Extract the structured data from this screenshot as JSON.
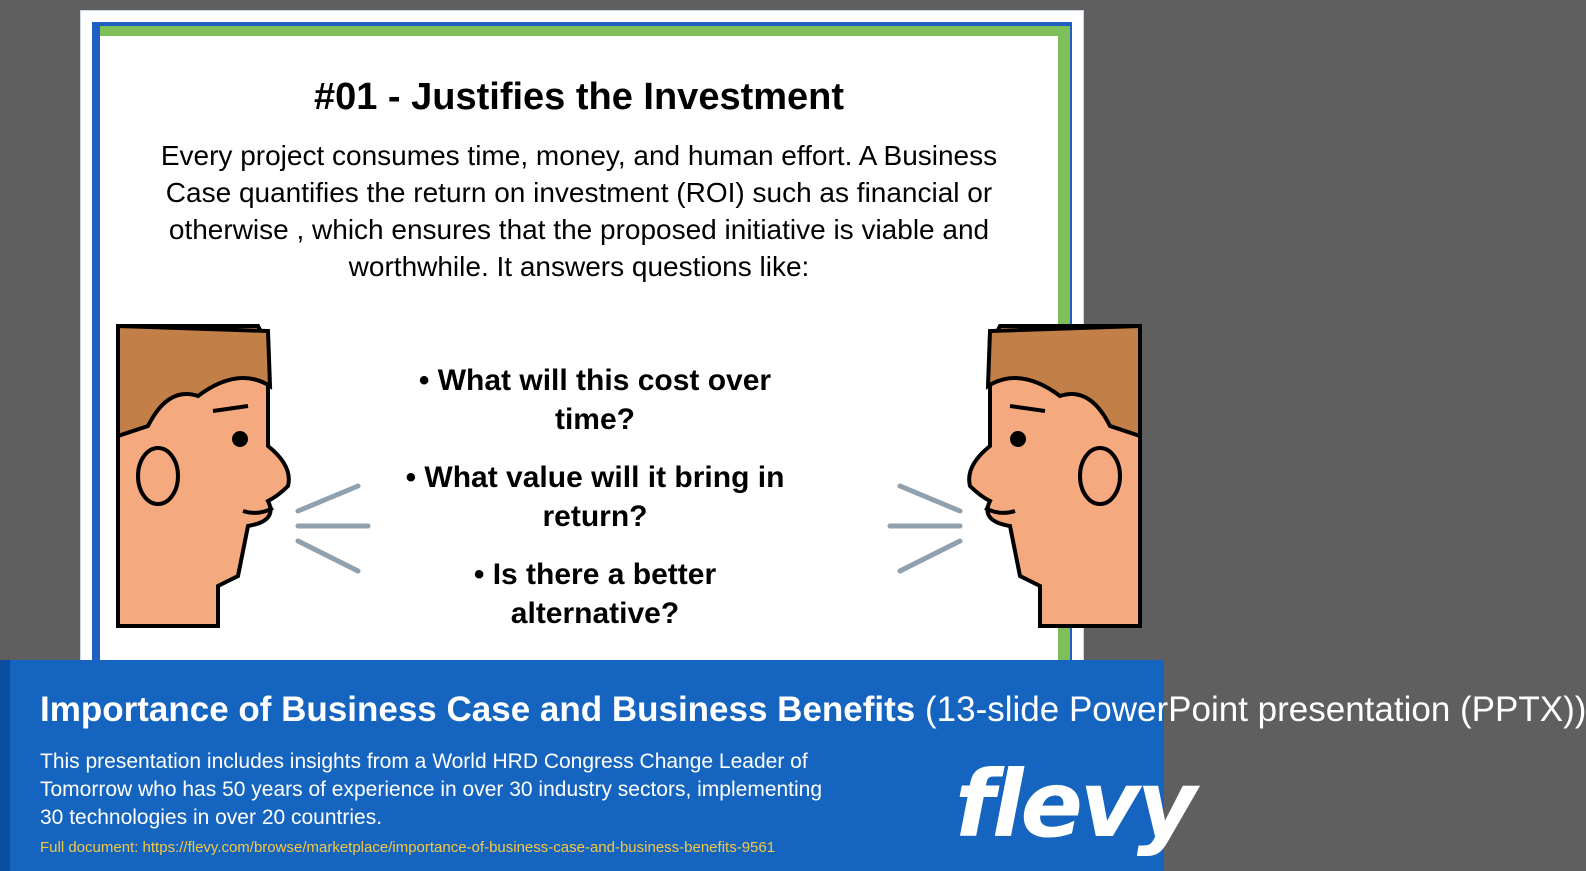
{
  "slide": {
    "title": "#01 - Justifies the Investment",
    "intro": "Every project consumes time, money, and human effort. A Business Case quantifies the return on investment (ROI) such as financial or otherwise , which ensures that the proposed initiative is viable and worthwhile. It answers questions like:",
    "questions": [
      "• What will this cost over time?",
      "• What value will it bring in return?",
      "• Is there a better alternative?"
    ]
  },
  "banner": {
    "title_bold": "Importance of Business Case and Business Benefits",
    "title_light": " (13-slide PowerPoint presentation (PPTX))",
    "description": "This presentation includes insights from a World HRD Congress Change Leader of Tomorrow who has 50 years of experience in over 30 industry sectors, implementing 30 technologies in over 20 countries.",
    "link": "Full document: https://flevy.com/browse/marketplace/importance-of-business-case-and-business-benefits-9561",
    "logo": "flevy"
  },
  "colors": {
    "banner_blue": "#1565c0",
    "border_blue": "#1f5fbf",
    "border_green": "#7fbf5a",
    "link_yellow": "#f2c744",
    "skin": "#f4a97f",
    "hair": "#c27f47"
  }
}
